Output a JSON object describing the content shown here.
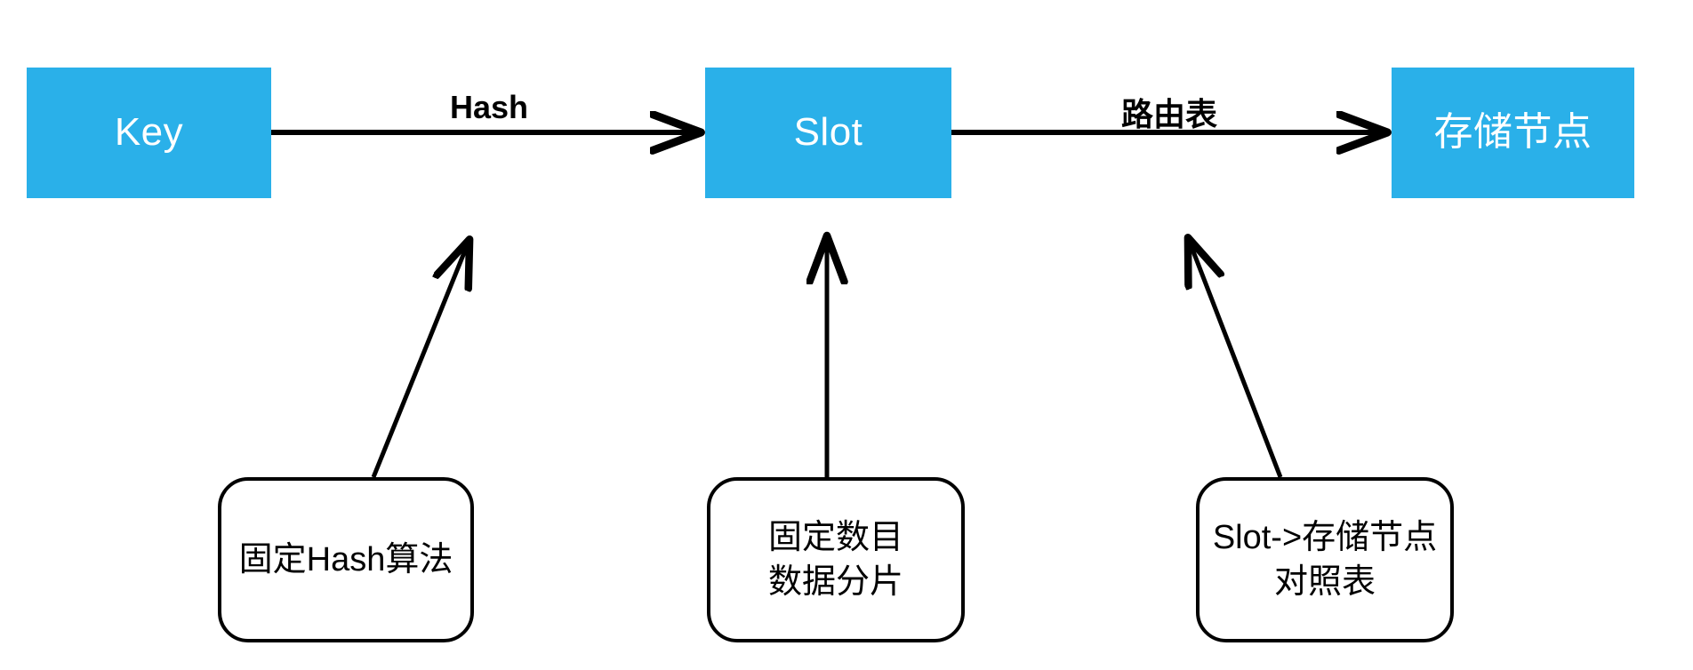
{
  "diagram": {
    "title": "Key to Slot to Storage Node routing diagram",
    "accent_color": "#2AB0E9",
    "line_color": "#000000",
    "background_color": "#FFFFFF",
    "nodes": [
      {
        "id": "key",
        "label": "Key",
        "shape": "rectangle",
        "fill": "#2AB0E9",
        "text_color": "#FFFFFF"
      },
      {
        "id": "slot",
        "label": "Slot",
        "shape": "rectangle",
        "fill": "#2AB0E9",
        "text_color": "#FFFFFF"
      },
      {
        "id": "storage-node",
        "label": "存储节点",
        "shape": "rectangle",
        "fill": "#2AB0E9",
        "text_color": "#FFFFFF"
      }
    ],
    "edges": [
      {
        "id": "key-to-slot",
        "from": "key",
        "to": "slot",
        "label": "Hash",
        "style": "solid-arrow"
      },
      {
        "id": "slot-to-storage",
        "from": "slot",
        "to": "storage-node",
        "label": "路由表",
        "style": "solid-arrow"
      }
    ],
    "notes": [
      {
        "id": "note-hash",
        "points_to": "key-to-slot",
        "lines": [
          "固定Hash算法"
        ]
      },
      {
        "id": "note-shard",
        "points_to": "slot",
        "lines": [
          "固定数目",
          "数据分片"
        ]
      },
      {
        "id": "note-mapping",
        "points_to": "slot-to-storage",
        "lines": [
          "Slot->存储节点",
          "对照表"
        ]
      }
    ]
  }
}
